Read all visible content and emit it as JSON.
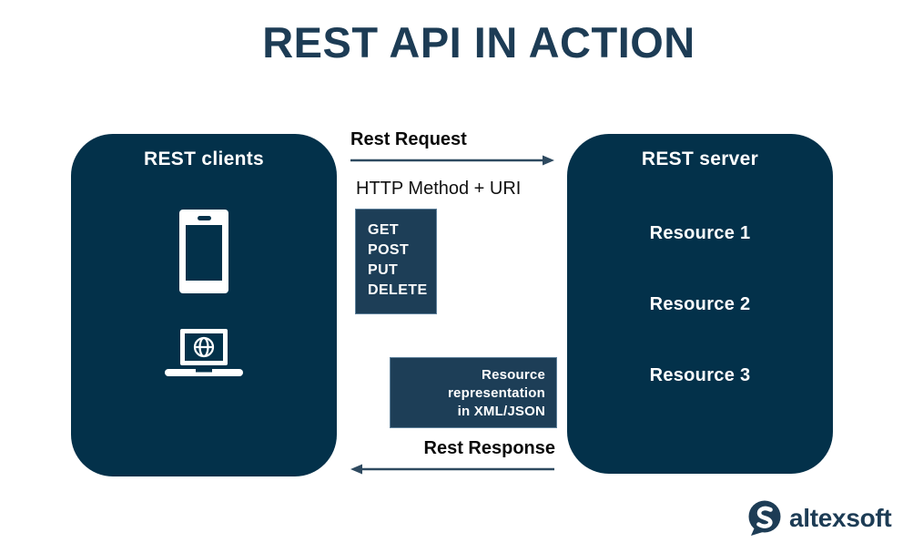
{
  "title": "REST API IN ACTION",
  "clients": {
    "label": "REST clients",
    "icons": [
      "smartphone-icon",
      "laptop-globe-icon"
    ]
  },
  "server": {
    "label": "REST server",
    "resources": [
      "Resource 1",
      "Resource 2",
      "Resource 3"
    ]
  },
  "flow": {
    "request_label": "Rest Request",
    "request_detail": "HTTP Method + URI",
    "methods": [
      "GET",
      "POST",
      "PUT",
      "DELETE"
    ],
    "representation_lines": [
      "Resource",
      "representation",
      "in XML/JSON"
    ],
    "response_label": "Rest Response"
  },
  "logo": {
    "brand": "altexsoft"
  },
  "colors": {
    "navy_box": "#03314a",
    "panel_box": "#1d3e57",
    "panel_border": "#5f819b",
    "title_text": "#1d3c55",
    "label_text": "#0a0a0a",
    "arrow": "#2e4a60",
    "white": "#ffffff"
  }
}
